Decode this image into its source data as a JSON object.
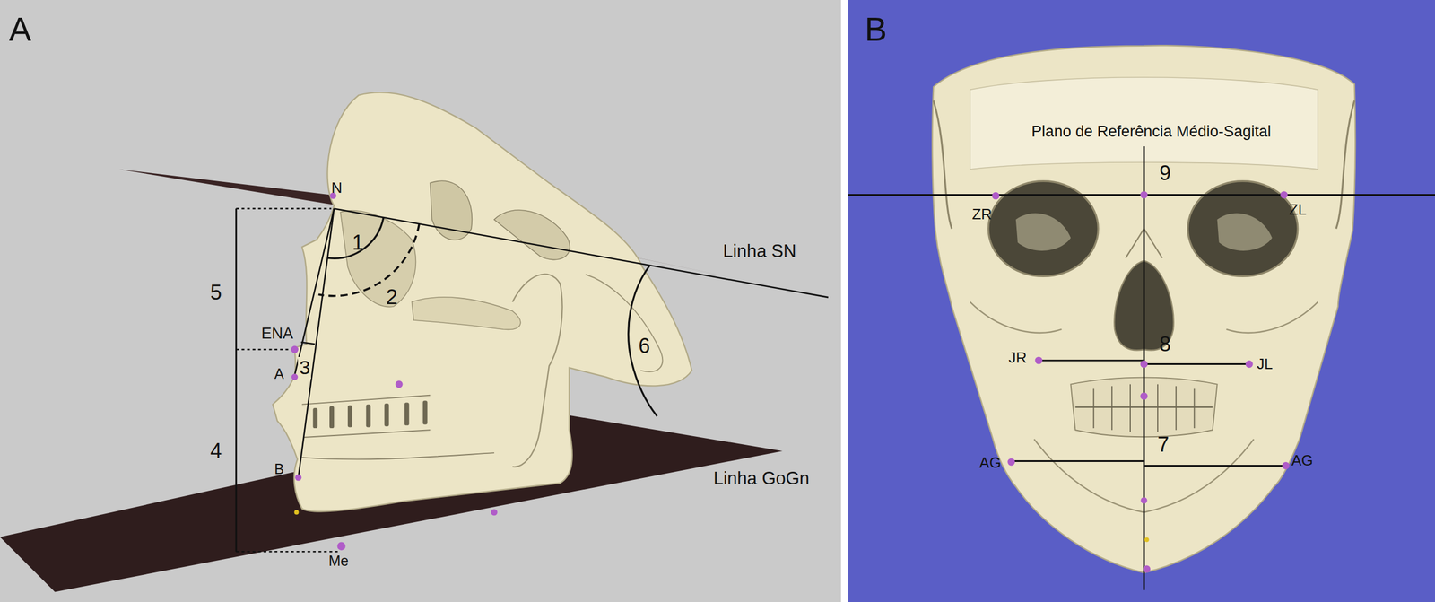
{
  "diagram": {
    "labels": [
      "A",
      "N",
      "1",
      "2",
      "Linha SN",
      "5",
      "ENA",
      "A",
      "3",
      "6",
      "4",
      "B",
      "Linha GoGn",
      "Me",
      "B",
      "Plano de Referência Médio-Sagital",
      "9",
      "ZR",
      "ZL",
      "8",
      "JR",
      "JL",
      "7",
      "AG",
      "AG"
    ]
  }
}
